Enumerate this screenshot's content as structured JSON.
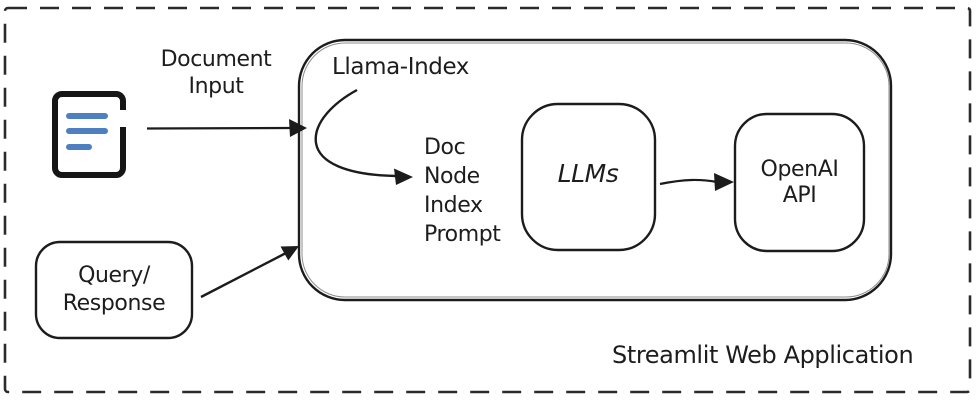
{
  "colors": {
    "stroke": "#1c1c1c",
    "text": "#1d1d1d",
    "doc_lines_blue": "#4e7fc1",
    "background": "#ffffff"
  },
  "labels": {
    "document_input_line1": "Document",
    "document_input_line2": "Input",
    "llama_index": "Llama-Index",
    "steps_line1": "Doc",
    "steps_line2": "Node",
    "steps_line3": "Index",
    "steps_line4": "Prompt",
    "llms": "LLMs",
    "openai_line1": "OpenAI",
    "openai_line2": "API",
    "query_line1": "Query/",
    "query_line2": "Response",
    "app_caption": "Streamlit Web Application"
  },
  "icons": {
    "document_icon": "document-with-text-lines"
  }
}
